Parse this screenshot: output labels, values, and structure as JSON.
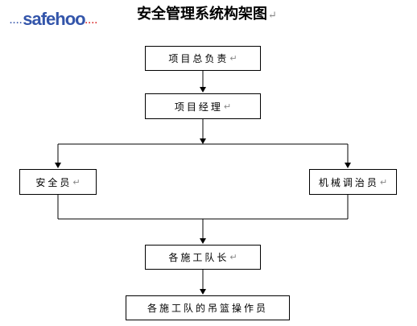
{
  "logo": {
    "text": "safehoo",
    "dots_left": "....",
    "dots_right": "....",
    "color_blue": "#3355aa",
    "color_red": "#d92020"
  },
  "title": "安全管理系统构架图",
  "paragraph_mark": "↵",
  "nodes": {
    "project_leader": "项目总负责",
    "project_manager": "项目经理",
    "safety_officer": "安全员",
    "machinery_officer": "机械调治员",
    "team_leaders": "各施工队长",
    "basket_operators": "各施工队的吊篮操作员"
  }
}
